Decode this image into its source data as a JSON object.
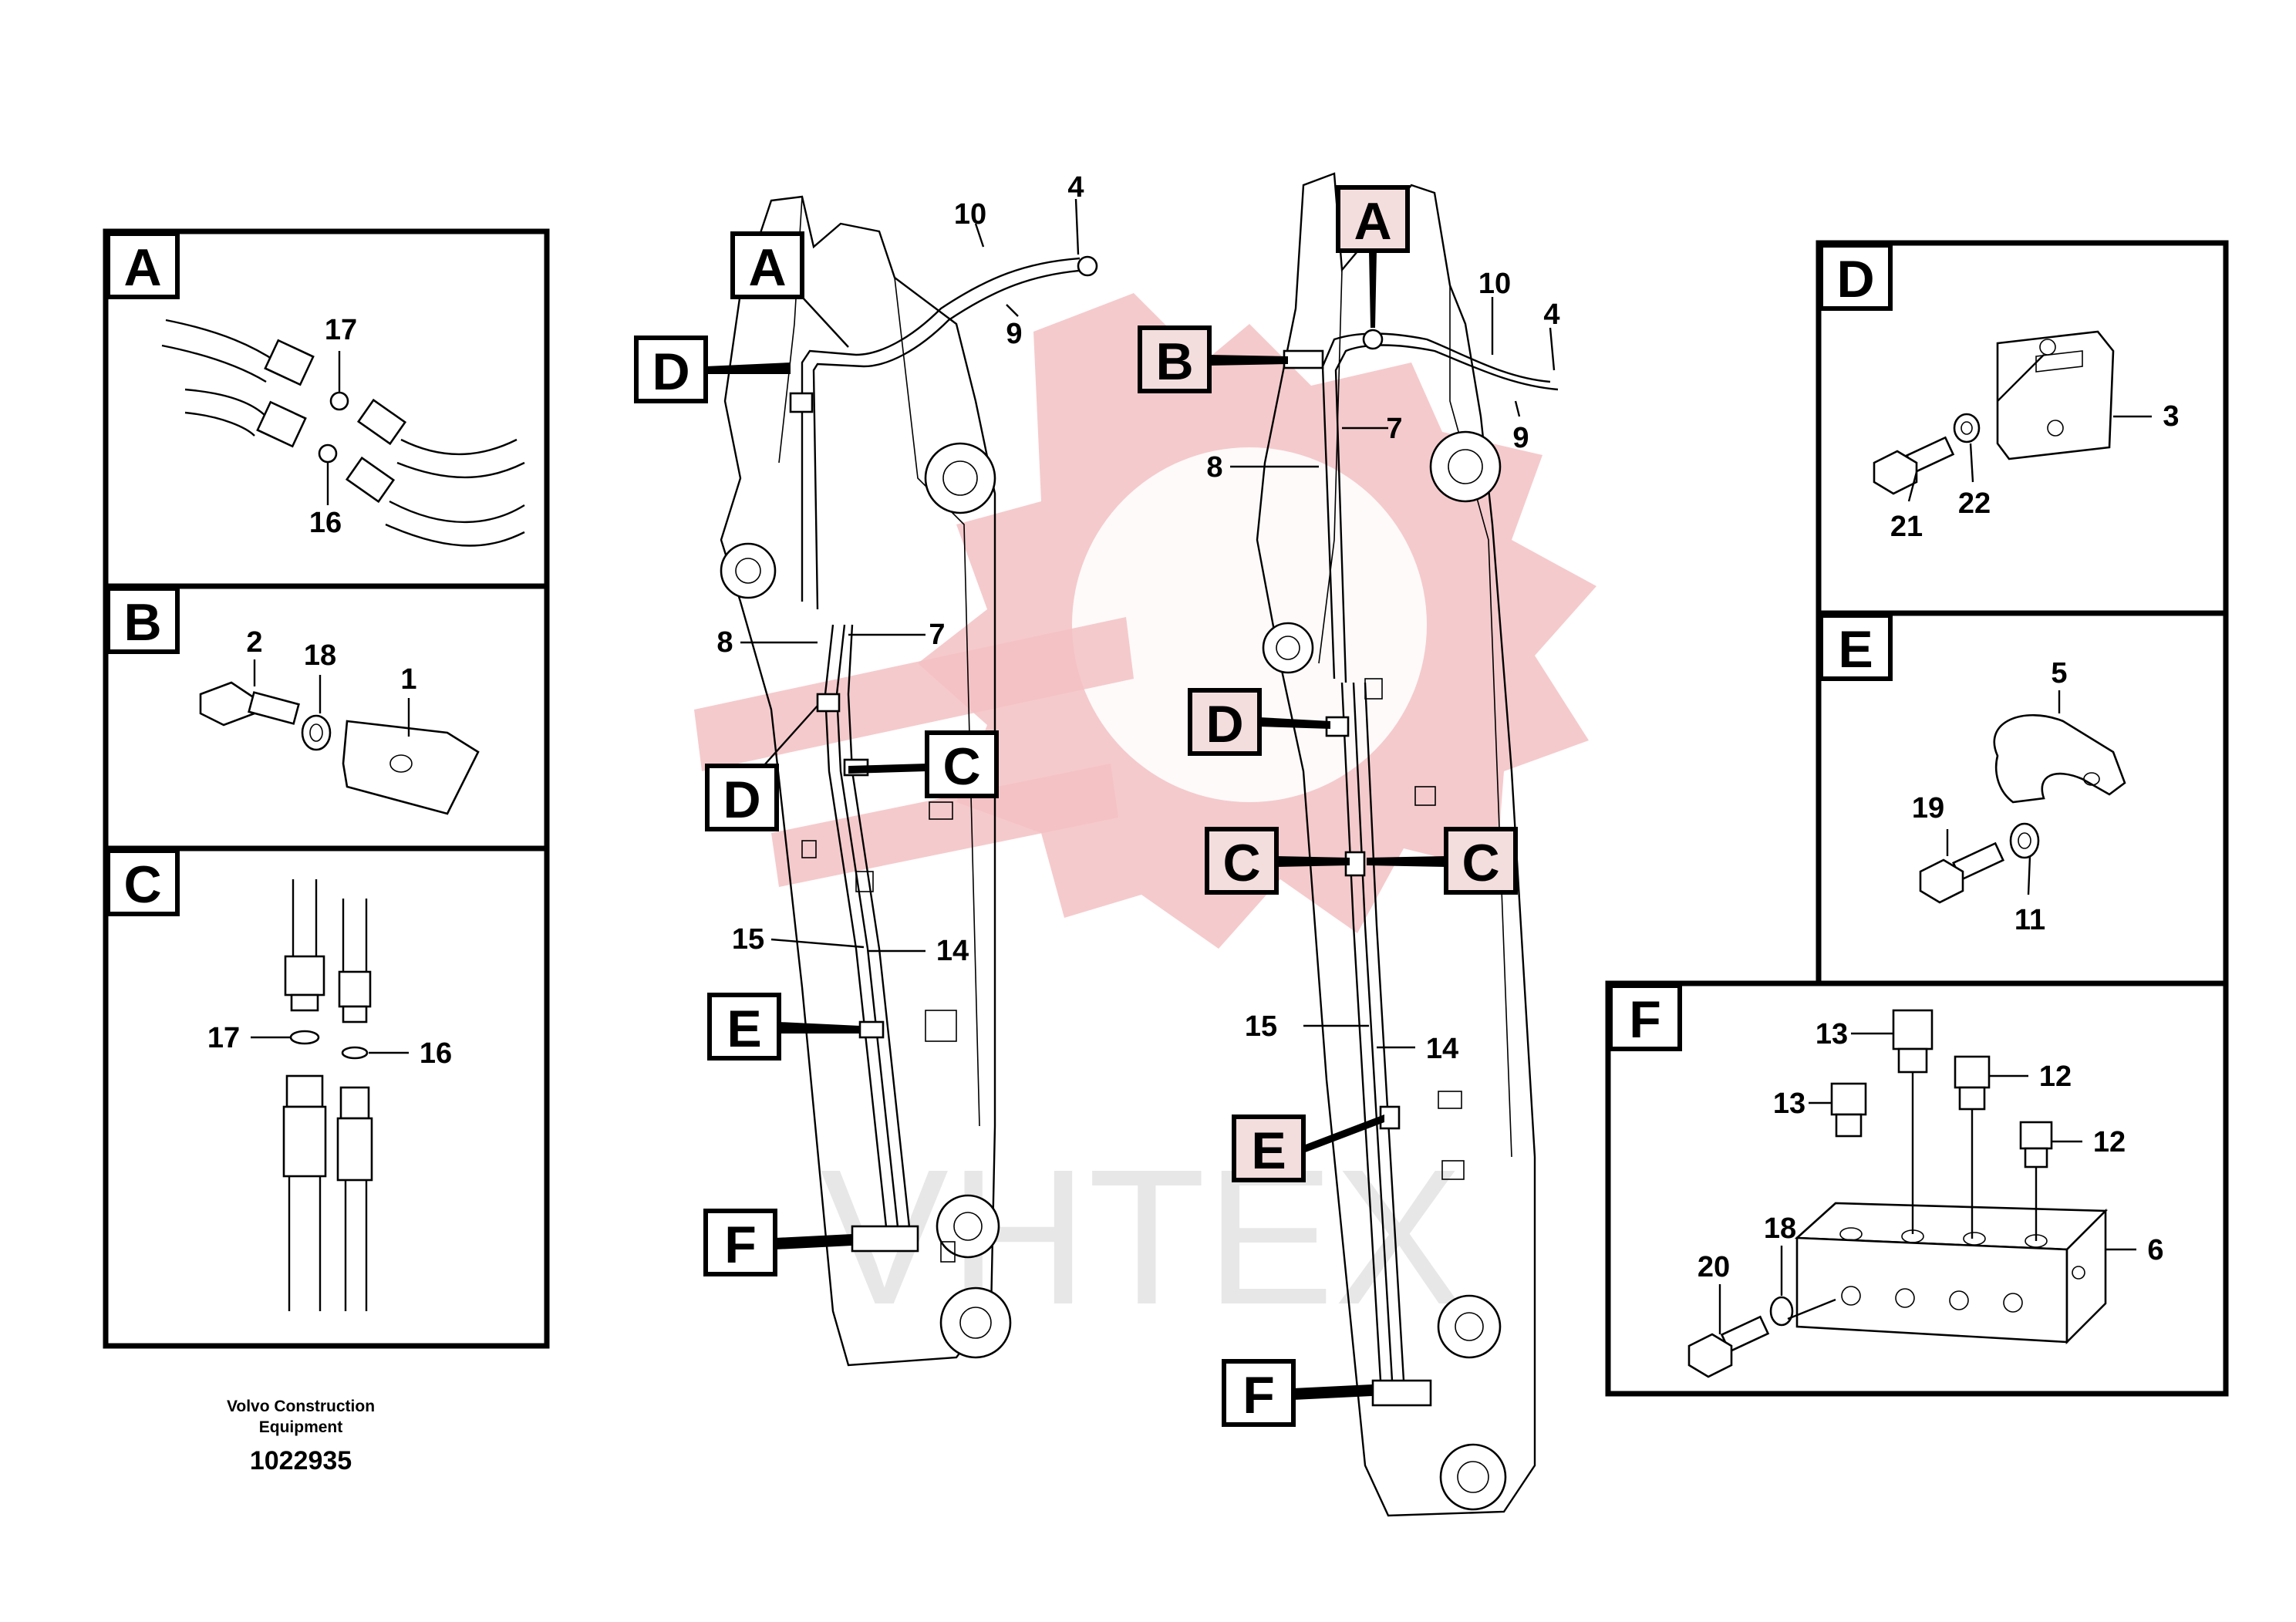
{
  "watermark": {
    "text": "VHTEX",
    "color": "#f3c1c3"
  },
  "detail_panels": {
    "A": {
      "tag": "A",
      "callouts": [
        "17",
        "16"
      ],
      "callouts_bottom": "16"
    },
    "B": {
      "tag": "B",
      "callouts": [
        "2",
        "18",
        "1"
      ]
    },
    "C": {
      "tag": "C",
      "callouts": [
        "17",
        "16"
      ]
    },
    "D": {
      "tag": "D",
      "callouts": [
        "3",
        "21",
        "22"
      ]
    },
    "E": {
      "tag": "E",
      "callouts": [
        "5",
        "19",
        "11"
      ]
    },
    "F": {
      "tag": "F",
      "callouts": [
        "13",
        "13",
        "12",
        "12",
        "18",
        "20",
        "6"
      ]
    }
  },
  "left_arm": {
    "labels": {
      "A": "A",
      "D1": "D",
      "D2": "D",
      "C": "C",
      "E": "E",
      "F": "F"
    },
    "callouts": {
      "n10": "10",
      "n4": "4",
      "n9": "9",
      "n8": "8",
      "n7": "7",
      "n15": "15",
      "n14": "14"
    }
  },
  "right_arm": {
    "labels": {
      "A": "A",
      "B": "B",
      "D": "D",
      "C1": "C",
      "C2": "C",
      "E": "E",
      "F": "F"
    },
    "callouts": {
      "n10": "10",
      "n4": "4",
      "n9": "9",
      "n7": "7",
      "n8": "8",
      "n15": "15",
      "n14": "14"
    }
  },
  "footer": {
    "manufacturer_line1": "Volvo Construction",
    "manufacturer_line2": "Equipment",
    "part_number": "1022935"
  }
}
